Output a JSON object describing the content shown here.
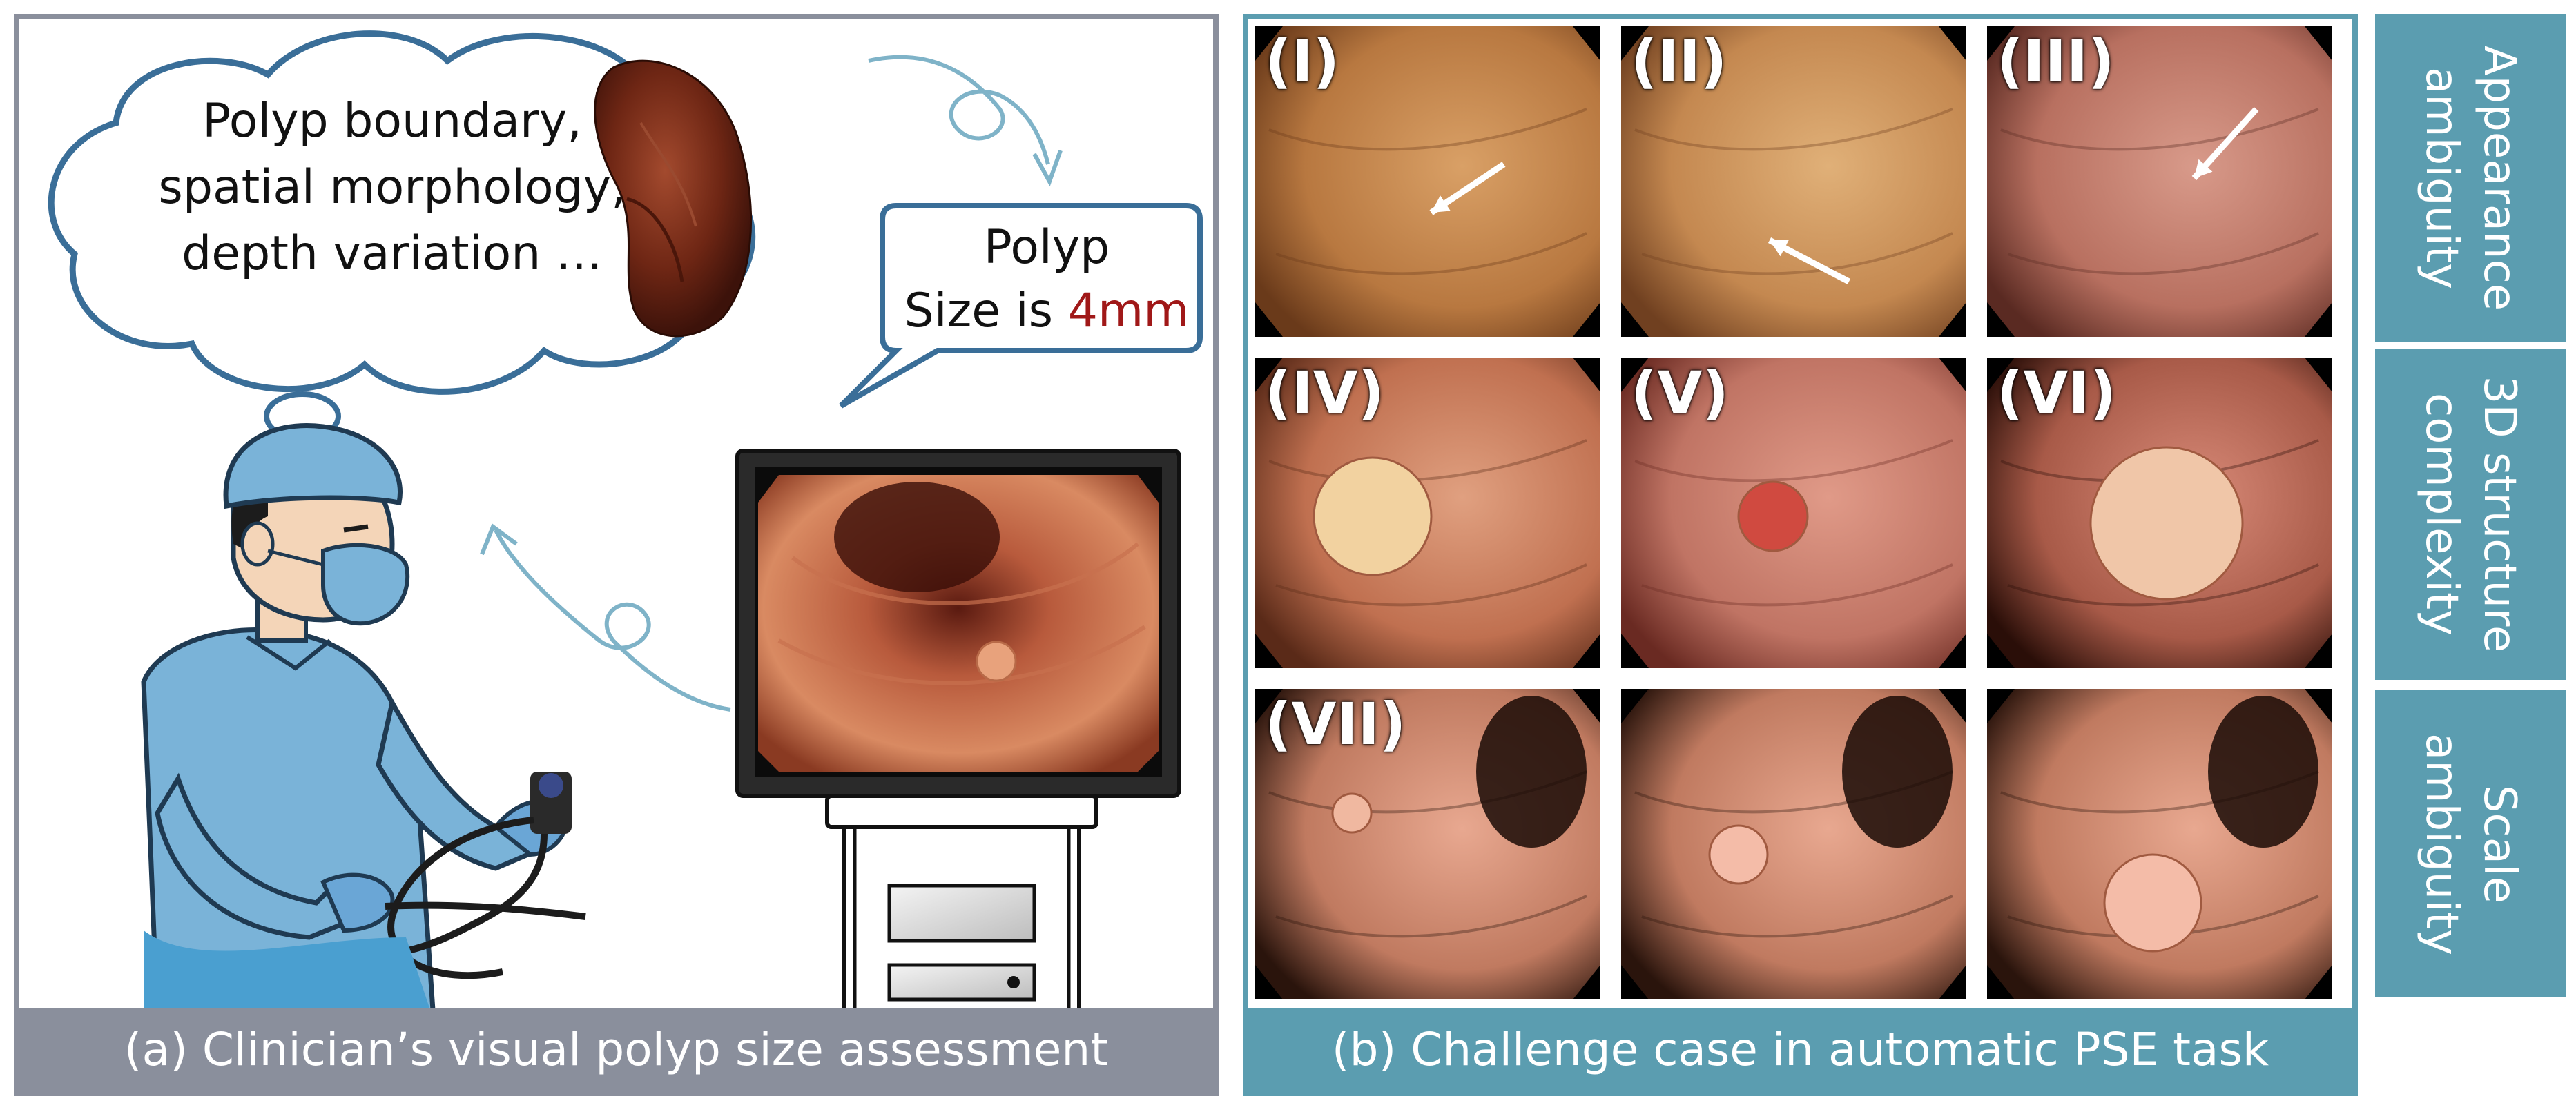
{
  "panel_a": {
    "caption": "(a)  Clinician’s visual polyp size assessment",
    "thought_lines": [
      "Polyp boundary,",
      "spatial morphology,",
      "depth variation …"
    ],
    "speech_line1": "Polyp",
    "speech_line2_prefix": "Size is ",
    "speech_highlight": "4mm",
    "highlight_color": "#a01818"
  },
  "panel_b": {
    "caption": "(b) Challenge case in automatic PSE task",
    "tiles": [
      {
        "label": "(I)"
      },
      {
        "label": "(II)"
      },
      {
        "label": "(III)"
      },
      {
        "label": "(IV)"
      },
      {
        "label": "(V)"
      },
      {
        "label": "(VI)"
      },
      {
        "label": "(VII)"
      },
      {
        "label": ""
      },
      {
        "label": ""
      }
    ]
  },
  "side_labels": [
    {
      "line1": "Appearance",
      "line2": "ambiguity"
    },
    {
      "line1": "3D structure",
      "line2": "complexity"
    },
    {
      "line1": "Scale",
      "line2": "ambiguity"
    }
  ],
  "colors": {
    "panel_a_frame": "#8a8f9c",
    "panel_b_frame": "#5b9db0",
    "side_label_bg": "#5b9db0",
    "bubble_stroke": "#3a6e98"
  }
}
